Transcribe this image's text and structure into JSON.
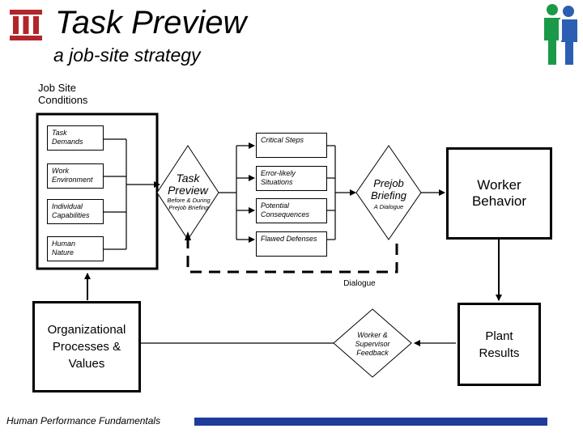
{
  "header": {
    "title": "Task Preview",
    "subtitle": "a job-site strategy"
  },
  "job_site": {
    "label": "Job Site Conditions",
    "items": [
      "Task Demands",
      "Work Environment",
      "Individual Capabilities",
      "Human Nature"
    ]
  },
  "task_preview": {
    "title": "Task Preview",
    "subtitle": "Before & During Prejob Briefing"
  },
  "considerations": [
    "Critical Steps",
    "Error-likely Situations",
    "Potential Consequences",
    "Flawed Defenses"
  ],
  "prejob": {
    "title": "Prejob Briefing",
    "subtitle": "A Dialogue"
  },
  "worker_behavior": "Worker Behavior",
  "dialogue_label": "Dialogue",
  "organizational": "Organizational Processes & Values",
  "feedback": "Worker & Supervisor Feedback",
  "plant_results": "Plant Results",
  "footer": {
    "text": "Human Performance Fundamentals",
    "bar_color": "#1f3b9b"
  },
  "icons": {
    "logo": "column-logo-icon",
    "people": "people-icon"
  },
  "colors": {
    "logo": "#b2252b",
    "people_green": "#1a9a48",
    "people_blue": "#2a5fb3"
  }
}
